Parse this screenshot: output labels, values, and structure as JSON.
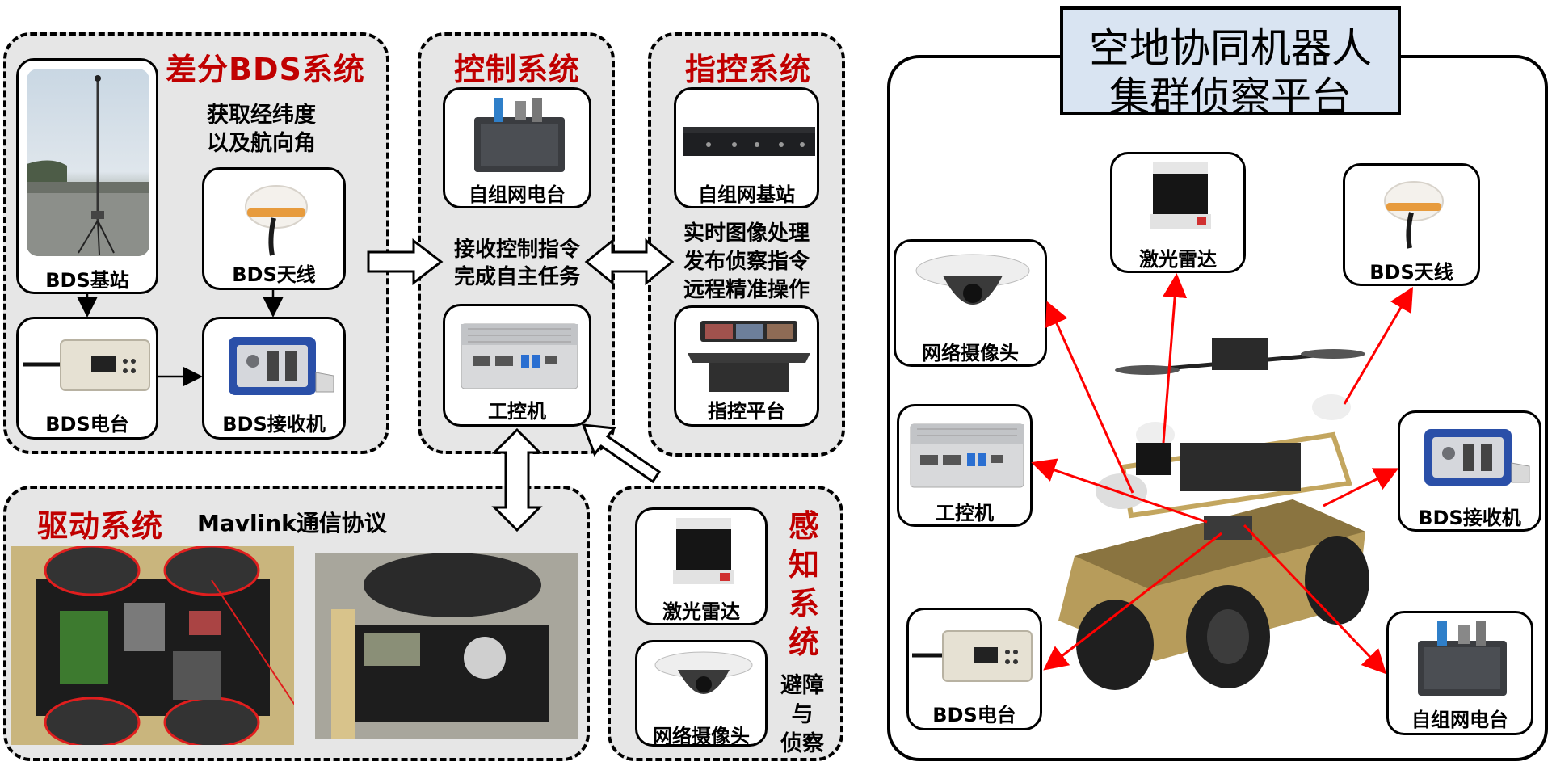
{
  "bds_system": {
    "title": "差分BDS系统",
    "note_line1": "获取经纬度",
    "note_line2": "以及航向角",
    "base_station": "BDS基站",
    "antenna": "BDS天线",
    "radio": "BDS电台",
    "receiver": "BDS接收机"
  },
  "control_system": {
    "title": "控制系统",
    "radio": "自组网电台",
    "task_line1": "接收控制指令",
    "task_line2": "完成自主任务",
    "ipc": "工控机"
  },
  "command_system": {
    "title": "指控系统",
    "base_station": "自组网基站",
    "task_line1": "实时图像处理",
    "task_line2": "发布侦察指令",
    "task_line3": "远程精准操作",
    "platform": "指控平台"
  },
  "drive_system": {
    "title": "驱动系统",
    "protocol": "Mavlink通信协议"
  },
  "perception_system": {
    "title_chars": [
      "感",
      "知",
      "系",
      "统"
    ],
    "lidar": "激光雷达",
    "camera": "网络摄像头",
    "function_chars": [
      "避障",
      "与",
      "侦察"
    ]
  },
  "platform": {
    "title_line1": "空地协同机器人",
    "title_line2": "集群侦察平台",
    "lidar": "激光雷达",
    "camera": "网络摄像头",
    "antenna": "BDS天线",
    "ipc": "工控机",
    "receiver": "BDS接收机",
    "radio": "BDS电台",
    "mesh_radio": "自组网电台"
  },
  "colors": {
    "title_red": "#c00000",
    "panel_gray": "#e6e6e6",
    "platform_title_bg": "#d9e4f2",
    "arrow_red": "#ff0000"
  }
}
